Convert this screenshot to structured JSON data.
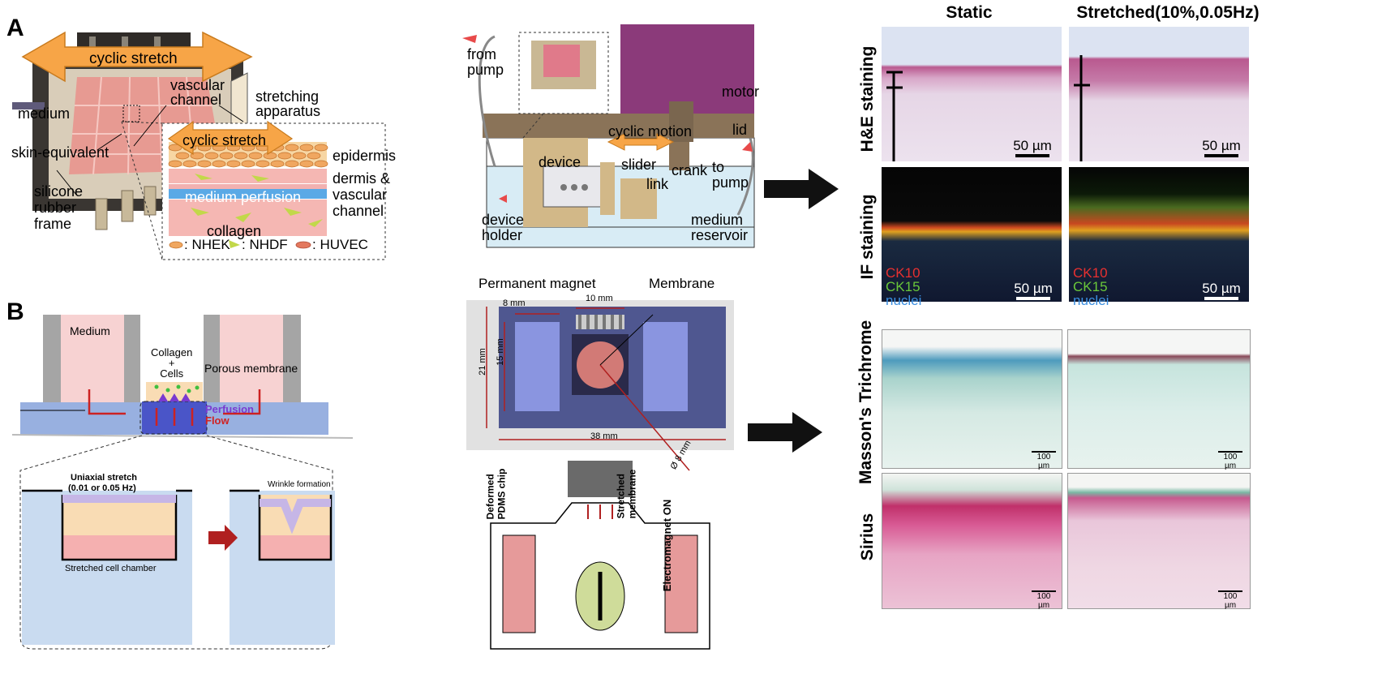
{
  "panels": {
    "a": "A",
    "b": "B"
  },
  "skin_chip": {
    "cyclic_stretch_top": "cyclic stretch",
    "vascular_channel": "vascular\nchannel",
    "stretching_apparatus": "stretching\napparatus",
    "medium": "medium",
    "skin_equivalent": "skin-equivalent",
    "silicone_frame": "silicone\nrubber\nframe",
    "cyclic_stretch_inset": "cyclic stretch",
    "epidermis": "epidermis",
    "dermis": "dermis &\nvascular\nchannel",
    "medium_perfusion": "medium perfusion",
    "collagen": "collagen",
    "legend_nhek": ": NHEK",
    "legend_nhdf": ": NHDF",
    "legend_huvec": ": HUVEC"
  },
  "motion_device": {
    "from_pump": "from\npump",
    "motor": "motor",
    "cyclic_motion": "cyclic motion",
    "lid": "lid",
    "device": "device",
    "slider": "slider",
    "crank": "crank",
    "to_pump": "to\npump",
    "link": "link",
    "device_holder": "device\nholder",
    "medium_reservoir": "medium\nreservoir"
  },
  "histology_top": {
    "col_static": "Static",
    "col_stretched": "Stretched(10%,0.05Hz)",
    "row_he": "H&E staining",
    "row_if": "IF staining",
    "scale": "50 µm",
    "if_legend": [
      "CK10",
      "CK15",
      "nuclei"
    ]
  },
  "perfusion_chip": {
    "medium": "Medium",
    "collagen_cells": "Collagen\n+\nCells",
    "porous_membrane": "Porous membrane",
    "perfusion": "Perfusion",
    "flow": "Flow",
    "uniaxial_stretch": "Uniaxial stretch",
    "frequency": "(0.01 or 0.05 Hz)",
    "wrinkle": "Wrinkle formation",
    "chamber": "Stretched cell chamber"
  },
  "magnet_chip": {
    "permanent_magnet": "Permanent magnet",
    "membrane": "Membrane",
    "dim_8": "8 mm",
    "dim_10": "10 mm",
    "dim_21": "21 mm",
    "dim_15": "15 mm",
    "dim_38": "38 mm",
    "dim_d8": "Ø 8 mm",
    "deformed_chip": "Deformed\nPDMS chip",
    "stretched_membrane": "Stretched\nmembrane",
    "electromagnet": "Electromagnet ON"
  },
  "histology_bottom": {
    "row_masson": "Masson's Trichrome",
    "row_sirius": "Sirius",
    "scale": "100 µm"
  }
}
